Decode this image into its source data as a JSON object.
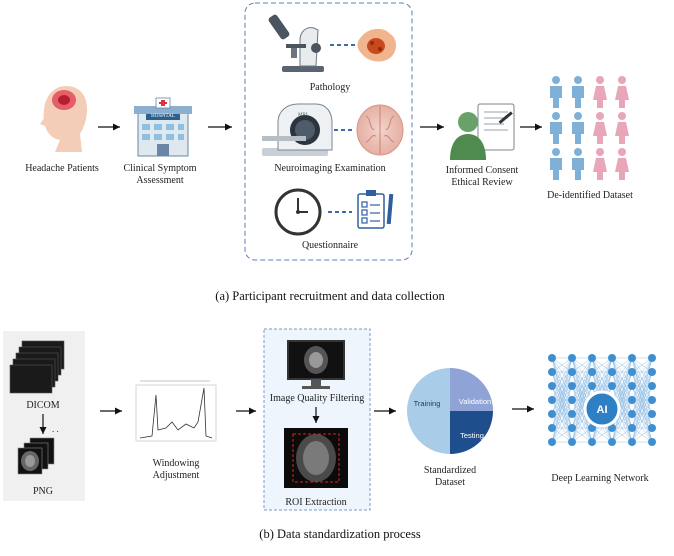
{
  "panel_a": {
    "caption": "(a)  Participant recruitment and data collection",
    "patients_label": "Headache Patients",
    "assessment_label_1": "Clinical Symptom",
    "assessment_label_2": "Assessment",
    "hospital_sign": "HOSPITAL",
    "pathology_label": "Pathology",
    "neuroimaging_label": "Neuroimaging Examination",
    "mri_tag": "MRI",
    "questionnaire_label": "Questionnaire",
    "consent_label_1": "Informed Consent",
    "consent_label_2": "Ethical Review",
    "dataset_label": "De-identified Dataset"
  },
  "panel_b": {
    "caption": "(b) Data standardization process",
    "dicom_label": "DICOM",
    "png_label": "PNG",
    "windowing_label_1": "Windowing",
    "windowing_label_2": "Adjustment",
    "quality_label": "Image Quality Filtering",
    "roi_label": "ROI Extraction",
    "standardized_label_1": "Standardized",
    "standardized_label_2": "Dataset",
    "split_training": "Training",
    "split_validation": "Validation",
    "split_testing": "Testing",
    "network_label": "Deep Learning Network",
    "ai_label": "AI"
  },
  "colors": {
    "dashed_box": "#5b7fb5",
    "pie_training": "#a9cde8",
    "pie_validation": "#8fa3d6",
    "pie_testing": "#1f4e8c",
    "person_blue": "#7fb1d8",
    "person_pink": "#e9a6b8",
    "network_node": "#3f8fd0"
  }
}
